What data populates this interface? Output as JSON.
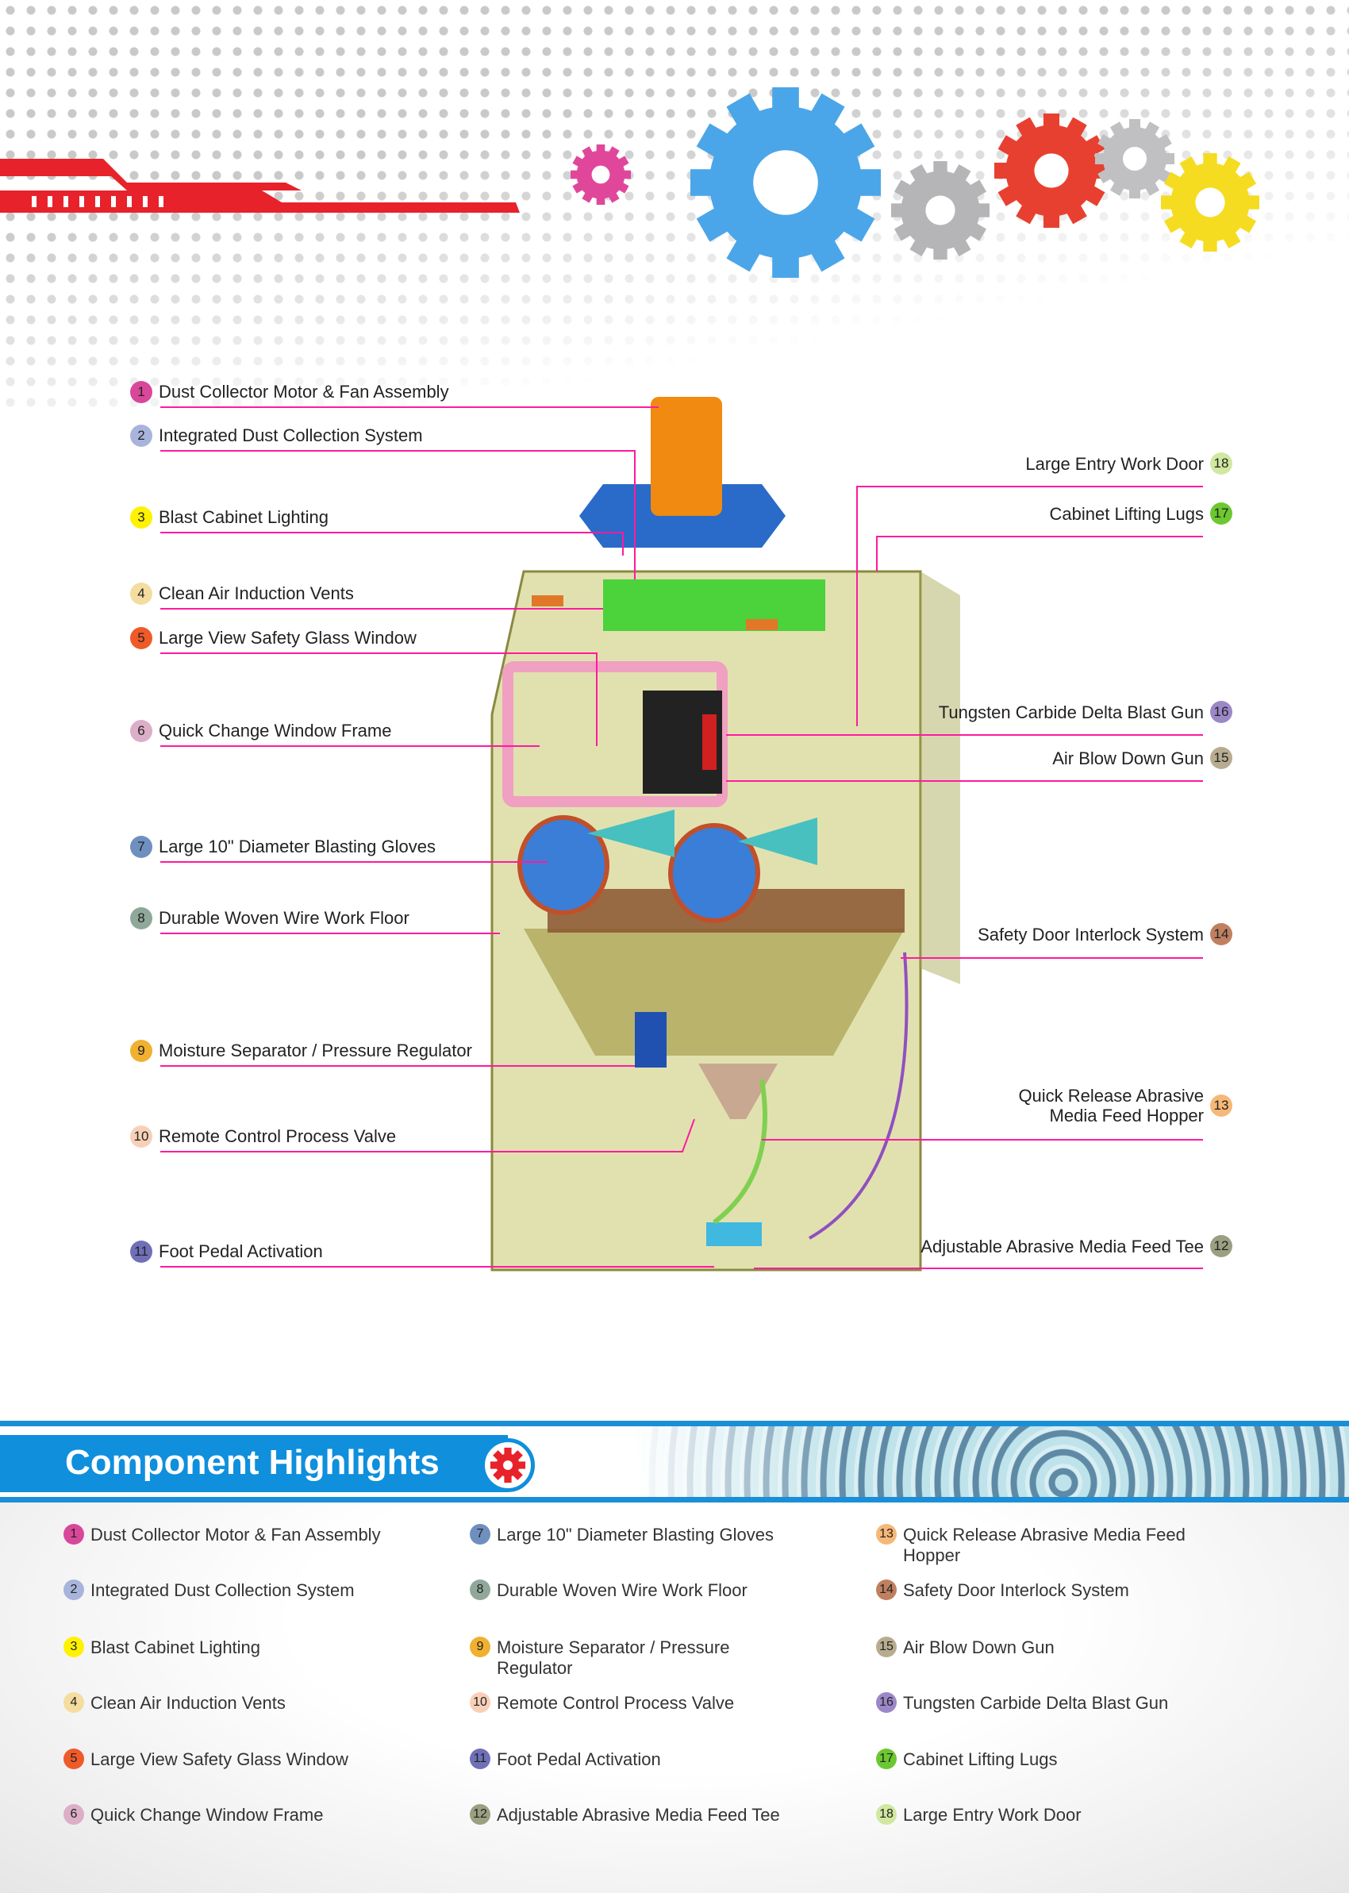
{
  "callouts": [
    {
      "n": "1",
      "text": "Dust Collector Motor & Fan Assembly",
      "color": "#d9479a"
    },
    {
      "n": "2",
      "text": "Integrated Dust Collection System",
      "color": "#a9b4dc"
    },
    {
      "n": "3",
      "text": "Blast Cabinet Lighting",
      "color": "#fff200"
    },
    {
      "n": "4",
      "text": "Clean Air Induction Vents",
      "color": "#f5dca0"
    },
    {
      "n": "5",
      "text": "Large View Safety Glass Window",
      "color": "#ef5a28"
    },
    {
      "n": "6",
      "text": "Quick Change Window Frame",
      "color": "#dcaec8"
    },
    {
      "n": "7",
      "text": "Large 10\" Diameter Blasting Gloves",
      "color": "#6f8fbf"
    },
    {
      "n": "8",
      "text": "Durable Woven Wire Work Floor",
      "color": "#8fa89a"
    },
    {
      "n": "9",
      "text": "Moisture Separator / Pressure Regulator",
      "color": "#f0b030"
    },
    {
      "n": "10",
      "text": "Remote Control Process Valve",
      "color": "#f8d0b8"
    },
    {
      "n": "11",
      "text": "Foot Pedal Activation",
      "color": "#6f70b8"
    },
    {
      "n": "12",
      "text": "Adjustable Abrasive Media Feed Tee",
      "color": "#9aa080"
    },
    {
      "n": "13",
      "text": "Quick Release Abrasive Media Feed Hopper",
      "color": "#f6b878"
    },
    {
      "n": "14",
      "text": "Safety Door Interlock System",
      "color": "#c08060"
    },
    {
      "n": "15",
      "text": "Air Blow Down Gun",
      "color": "#b8ac90"
    },
    {
      "n": "16",
      "text": "Tungsten Carbide Delta Blast Gun",
      "color": "#9a88c8"
    },
    {
      "n": "17",
      "text": "Cabinet Lifting Lugs",
      "color": "#6cc830"
    },
    {
      "n": "18",
      "text": "Large Entry Work Door",
      "color": "#d0e8a0"
    }
  ],
  "diagram_right_labels": {
    "13": "Quick Release Abrasive\nMedia Feed Hopper"
  },
  "highlights": {
    "title": "Component Highlights",
    "icon": "gear-icon"
  },
  "colors": {
    "accent_blue": "#0f8fdc",
    "leader_pink": "#ff1aa0",
    "brand_red": "#e8222a"
  }
}
